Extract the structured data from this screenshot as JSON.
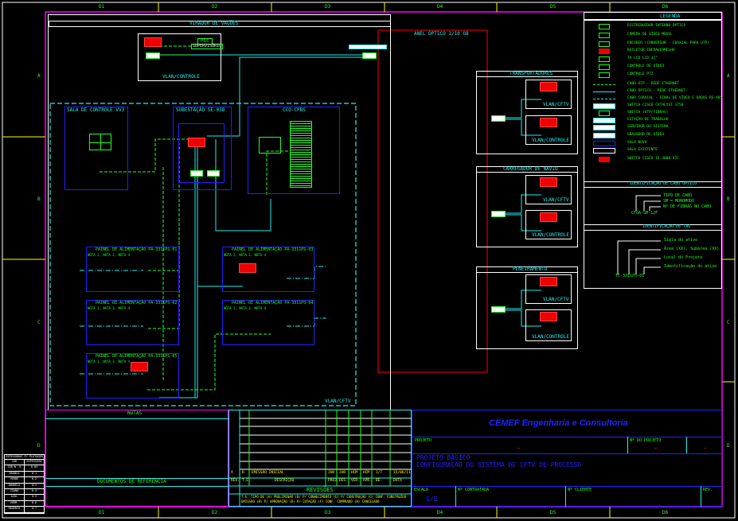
{
  "ruler": {
    "cols": [
      "D1",
      "D2",
      "D3",
      "D4",
      "D5",
      "D6"
    ],
    "rows": [
      "A",
      "B",
      "C",
      "D"
    ]
  },
  "diagram": {
    "title": "VIRADOR DE VAGÕES",
    "vlan_controle": "VLAN/CONTROLE",
    "vlan_cftv": "VLAN/CFTV",
    "anel": "ANEL ÓPTICO 1/10 GB",
    "supervisorio": "SUPERVISÓRIO",
    "plc": "PLC",
    "rooms": [
      {
        "title": "SALA DE CONTROLE VV3"
      },
      {
        "title": "SUBESTAÇÃO SE-03B"
      },
      {
        "title": "CCO-CPBS"
      }
    ],
    "panels": [
      {
        "title": "PAINEL DE ALIMENTAÇÃO PA-3311PS-01",
        "sub": "NOTA 1, NOTA 3, NOTA 4"
      },
      {
        "title": "PAINEL DE ALIMENTAÇÃO PA-3311PS-02",
        "sub": "NOTA 1, NOTA 3, NOTA 4"
      },
      {
        "title": "PAINEL DE ALIMENTAÇÃO PA-3311PS-03",
        "sub": "NOTA 1, NOTA 3, NOTA 4"
      },
      {
        "title": "PAINEL DE ALIMENTAÇÃO PA-3311PS-04",
        "sub": "NOTA 1, NOTA 3, NOTA 4"
      },
      {
        "title": "PAINEL DE ALIMENTAÇÃO PA-3311PS-05",
        "sub": "NOTA 1, NOTA 3, NOTA 4"
      }
    ],
    "areas": [
      {
        "title": "TRANSPORTADORES",
        "vlans": [
          "VLAN/CFTV",
          "VLAN/CONTROLE"
        ]
      },
      {
        "title": "CARREGADOR DE NAVIO",
        "vlans": [
          "VLAN/CFTV",
          "VLAN/CONTROLE"
        ]
      },
      {
        "title": "PENEIRAMENTO",
        "vlans": [
          "VLAN/CFTV",
          "VLAN/CONTROLE"
        ]
      }
    ]
  },
  "legend": {
    "title": "LEGENDA",
    "items": [
      "DISTRIBUIDOR INTERNO ÓPTICO",
      "CÂMERA DE VÍDEO MÓVEL",
      "ENCODER (CONVERSOR - COAXIAL PARA UTP)",
      "REFLETOR INFRAVERMELHO",
      "TV LCD LCD 32\"",
      "CONTROLE DE VÍDEO",
      "CONTROLE PTZ",
      "CABO UTP - REDE ETHERNET",
      "CABO ÓPTICO - REDE ETHERNET",
      "CABO COAXIAL - SINAL DE VÍDEO E DADOS RS-485",
      "SWITCH CISCO CATALYST 3750",
      "SWITCH (UTP/FIBRAS)",
      "ESTAÇÃO DE TRABALHO",
      "SERVIDOR DO SISTEMA",
      "GRAVADOR DE VÍDEO",
      "SALA NOVA",
      "SALA EXISTENTE",
      "SWITCH CISCO IE-3000-4TC"
    ]
  },
  "cable_id": {
    "title": "IDENTIFICAÇÃO DE CABO ÓPTICO",
    "labels": [
      "TIPO DE CABO",
      "SM = MONOMODO",
      "Nº DE FIBRAS NO CABO"
    ],
    "code": "CFOA-SM-12F"
  },
  "tag_id": {
    "title": "IDENTIFICAÇÃO DE TAG",
    "labels": [
      "Sigla do ativo",
      "Área (XX), Subárea (XX)",
      "Local do Projeto",
      "Identificação do ativo"
    ],
    "code": "TC-3311PS-01"
  },
  "notes": {
    "title": "NOTAS",
    "refs": "DOCUMENTOS DE REFERÊNCIA"
  },
  "abbr": {
    "title": "ESPESSURAS P/ PLOTAGEM",
    "headers": [
      "COR",
      "ESPESSURA"
    ],
    "rows": [
      [
        "COR N. 8",
        "0.05"
      ],
      [
        "BRANCO",
        "0.1"
      ],
      [
        "VERDE",
        "0.2"
      ],
      [
        "AMARELO",
        "0.3"
      ],
      [
        "CIANO",
        "0.4"
      ],
      [
        "AZUL",
        "0.5"
      ],
      [
        "VERM.",
        "0.6"
      ],
      [
        "MAGENTA",
        "0.7"
      ]
    ]
  },
  "revisions": {
    "row": [
      "A",
      "B",
      "EMISSÃO INICIAL",
      "JHO",
      "JHO",
      "HCM",
      "HCM",
      "1/7",
      "15/06/11"
    ],
    "headers": [
      "REV.",
      "T.E.",
      "DESCRIÇÃO",
      "PROJ.",
      "DES.",
      "VER.",
      "APR.",
      "BE.",
      "DATA"
    ],
    "title": "REVISÕES",
    "legend1": "T.E.-TIPO DE  (A) PRELIMINAR  (B) P/ CONHECIMENTO (E) P/ CONSTRUÇÃO (G) CONF. CONSTRUÍDO",
    "legend2": "EMISSÃO   (B) P/ APROVAÇÃO (D) P/ COTAÇÃO  (F) CONF. COMPRADO (H) CANCELADO"
  },
  "titleblock": {
    "company": "CEMEF Engenharia e Consultoria",
    "projeto_label": "PROJETO",
    "projeto_value": "–",
    "numero_label": "Nº DO PROJETO",
    "numero_value": "–",
    "folha_value": "–",
    "line1": "PROJETO BÁSICO",
    "line2": "CONFIGURAÇÃO DO SISTEMA DE CFTV DE PROCESSO",
    "escala_label": "ESCALA",
    "escala_value": "S/E",
    "contratada_label": "Nº CONTRATADA",
    "cliente_label": "Nº CLIENTE",
    "rev_label": "REV."
  }
}
